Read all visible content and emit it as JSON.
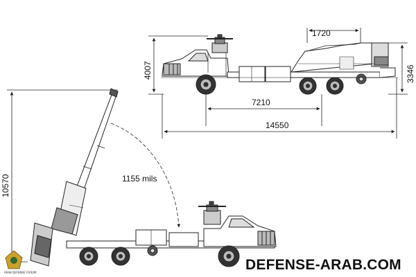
{
  "dimensions": {
    "turret_length": "1720",
    "vehicle_height": "4007",
    "roof_height": "3346",
    "axle_span": "7210",
    "overall_length": "14550",
    "max_barrel_height": "10570",
    "elevation_angle": "1155 mils"
  },
  "watermark": {
    "text": "DEFENSE-ARAB.COM",
    "emblem_label": "ARAB DEFENSE FORUM"
  },
  "colors": {
    "line": "#222222",
    "light_line": "#777777",
    "fill_dark": "#555555",
    "fill_mid": "#aaaaaa",
    "background": "#ffffff"
  }
}
